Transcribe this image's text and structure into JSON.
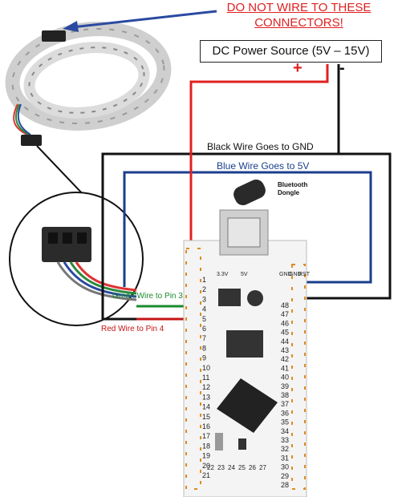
{
  "warning": {
    "line1": "DO NOT WIRE TO THESE",
    "line2": "CONNECTORS!"
  },
  "power": {
    "label": "DC Power Source (5V – 15V)",
    "plus": "+",
    "minus": "-"
  },
  "wires": {
    "black": "Black Wire Goes to GND",
    "blue": "Blue Wire Goes to 5V",
    "green": "Green Wire to Pin 3",
    "red": "Red Wire to Pin 4"
  },
  "bluetooth": {
    "line1": "Bluetooth",
    "line2": "Dongle"
  },
  "board": {
    "top_labels": [
      "3.3V",
      "5V",
      "GND",
      "GND",
      "RST"
    ],
    "left_pins": [
      "1",
      "2",
      "3",
      "4",
      "5",
      "6",
      "7",
      "8",
      "9",
      "10",
      "11",
      "12",
      "13",
      "14",
      "15",
      "16",
      "17",
      "18",
      "19",
      "20",
      "21"
    ],
    "right_pins": [
      "48",
      "47",
      "46",
      "45",
      "44",
      "43",
      "42",
      "41",
      "40",
      "39",
      "38",
      "37",
      "36",
      "35",
      "34",
      "33",
      "32",
      "31",
      "30",
      "29",
      "28"
    ],
    "bottom_pins": [
      "22",
      "23",
      "24",
      "25",
      "26",
      "27"
    ]
  },
  "colors": {
    "red": "#e02020",
    "black": "#111111",
    "blue": "#1a3e8c",
    "green": "#1b8a2c",
    "orange": "#e08a1e"
  }
}
